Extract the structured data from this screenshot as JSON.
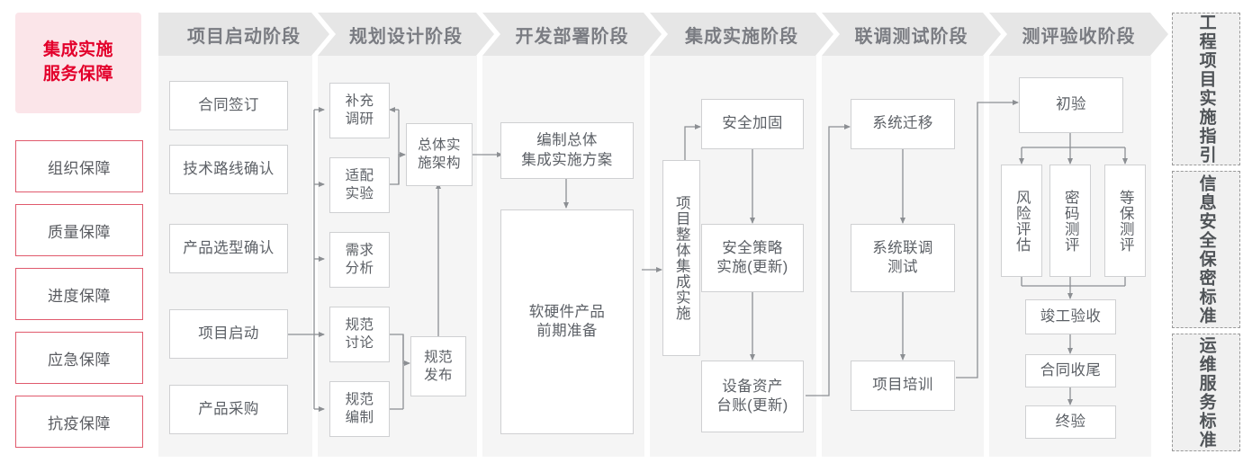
{
  "sidebar": {
    "title": "集成实施\n服务保障",
    "title_line1": "集成实施",
    "title_line2": "服务保障",
    "items": [
      {
        "label": "组织保障"
      },
      {
        "label": "质量保障"
      },
      {
        "label": "进度保障"
      },
      {
        "label": "应急保障"
      },
      {
        "label": "抗疫保障"
      }
    ]
  },
  "phases": [
    {
      "id": "p1",
      "title": "项目启动阶段"
    },
    {
      "id": "p2",
      "title": "规划设计阶段"
    },
    {
      "id": "p3",
      "title": "开发部署阶段"
    },
    {
      "id": "p4",
      "title": "集成实施阶段"
    },
    {
      "id": "p5",
      "title": "联调测试阶段"
    },
    {
      "id": "p6",
      "title": "测评验收阶段"
    }
  ],
  "nodes": {
    "p1": [
      {
        "label": "合同签订"
      },
      {
        "label": "技术路线确认"
      },
      {
        "label": "产品选型确认"
      },
      {
        "label": "项目启动"
      },
      {
        "label": "产品采购"
      }
    ],
    "p2": [
      {
        "label": "补充\n调研"
      },
      {
        "label": "适配\n实验"
      },
      {
        "label": "需求\n分析"
      },
      {
        "label": "规范\n讨论"
      },
      {
        "label": "规范\n编制"
      },
      {
        "label": "总体实\n施架构"
      },
      {
        "label": "规范\n发布"
      }
    ],
    "p3": [
      {
        "label": "编制总体\n集成实施方案"
      },
      {
        "label": "软硬件产品\n前期准备"
      }
    ],
    "p4": [
      {
        "label": "项目整体集成实施"
      },
      {
        "label": "安全加固"
      },
      {
        "label": "安全策略\n实施(更新)"
      },
      {
        "label": "设备资产\n台账(更新)"
      }
    ],
    "p5": [
      {
        "label": "系统迁移"
      },
      {
        "label": "系统联调\n测试"
      },
      {
        "label": "项目培训"
      }
    ],
    "p6": [
      {
        "label": "初验"
      },
      {
        "label": "风险评估"
      },
      {
        "label": "密码测评"
      },
      {
        "label": "等保测评"
      },
      {
        "label": "竣工验收"
      },
      {
        "label": "合同收尾"
      },
      {
        "label": "终验"
      }
    ]
  },
  "standards": [
    {
      "label": "工程项目实施指引"
    },
    {
      "label": "信息安全保密标准"
    },
    {
      "label": "运维服务标准"
    }
  ],
  "colors": {
    "accent_red": "#e3002b",
    "accent_red_border": "#e05a6d",
    "accent_red_bg": "#fbe5e9",
    "column_bg": "#f5f5f5",
    "header_bg": "#e6e6e6",
    "header_text": "#7a7c82",
    "node_border": "#cfd0d2",
    "node_text": "#5c6066",
    "wire": "#8c8f93",
    "standards_bg": "#f0f0f0",
    "standards_border": "#9a9a9a"
  }
}
